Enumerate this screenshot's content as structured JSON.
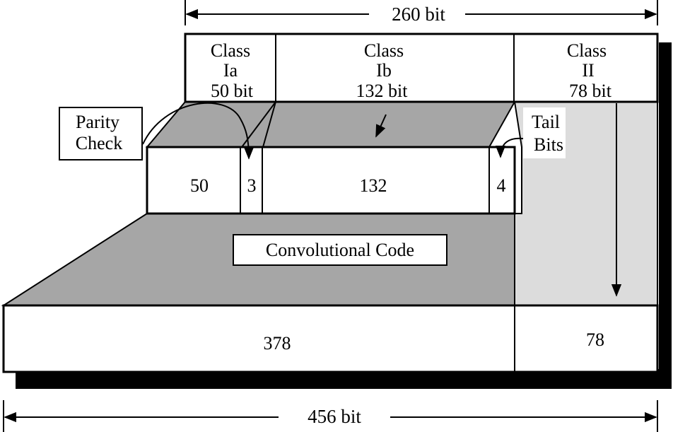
{
  "top_dimension": "260 bit",
  "bottom_dimension": "456 bit",
  "classes": {
    "ia": {
      "line1": "Class",
      "line2": "Ia",
      "bits": "50 bit"
    },
    "ib": {
      "line1": "Class",
      "line2": "Ib",
      "bits": "132 bit"
    },
    "ii": {
      "line1": "Class",
      "line2": "II",
      "bits": "78 bit"
    }
  },
  "callouts": {
    "parity_line1": "Parity",
    "parity_line2": "Check",
    "tail_line1": "Tail",
    "tail_line2": "Bits"
  },
  "middle_block": {
    "seg1": "50",
    "seg2": "3",
    "seg3": "132",
    "seg4": "4"
  },
  "encoder_label": "Convolutional Code",
  "output_block": {
    "coded": "378",
    "uncoded": "78"
  },
  "colors": {
    "dark_fill": "#a6a6a6",
    "light_fill": "#dcdcdc",
    "shadow": "#000000",
    "stroke": "#000000"
  }
}
